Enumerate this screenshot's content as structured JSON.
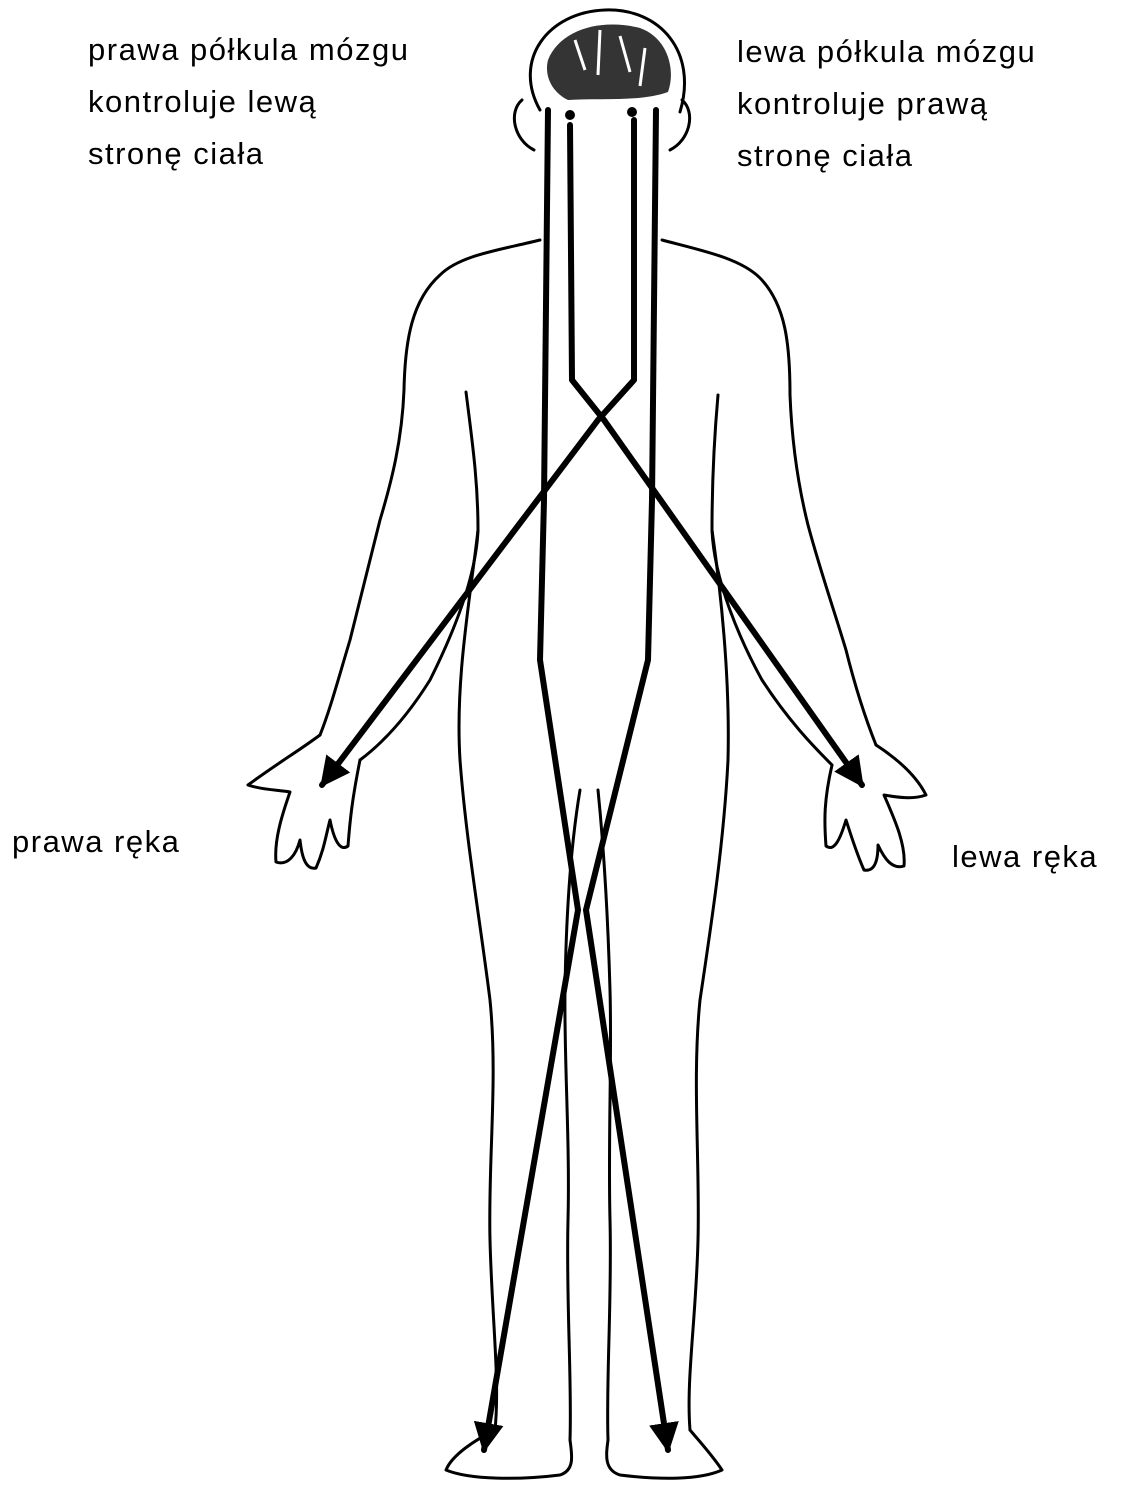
{
  "labels": {
    "right_hemisphere": [
      "prawa półkula mózgu",
      "kontroluje lewą",
      "stronę ciała"
    ],
    "left_hemisphere": [
      "lewa półkula mózgu",
      "kontroluje prawą",
      "stronę ciała"
    ],
    "right_hand": "prawa ręka",
    "left_hand": "lewa ręka"
  },
  "colors": {
    "ink": "#000000",
    "background": "#ffffff"
  }
}
